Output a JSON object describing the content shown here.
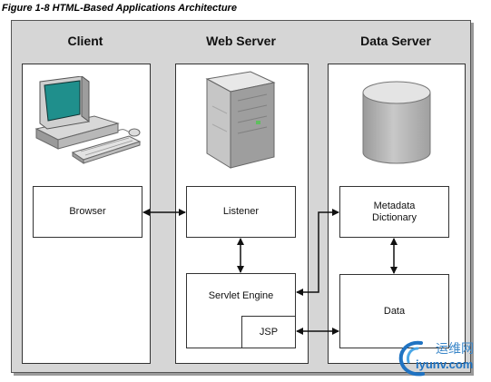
{
  "figure": {
    "caption": "Figure 1-8 HTML-Based Applications Architecture"
  },
  "columns": {
    "client": {
      "title": "Client",
      "icon": "desktop-computer-icon"
    },
    "web_server": {
      "title": "Web Server",
      "icon": "server-tower-icon"
    },
    "data_server": {
      "title": "Data Server",
      "icon": "database-cylinder-icon"
    }
  },
  "components": {
    "browser": "Browser",
    "listener": "Listener",
    "servlet_engine": "Servlet Engine",
    "jsp": "JSP",
    "metadata_dictionary_line1": "Metadata",
    "metadata_dictionary_line2": "Dictionary",
    "data": "Data"
  },
  "connections": [
    {
      "from": "Browser",
      "to": "Listener",
      "style": "bidirectional"
    },
    {
      "from": "Listener",
      "to": "Servlet Engine",
      "style": "bidirectional"
    },
    {
      "from": "Servlet Engine",
      "to": "Metadata Dictionary",
      "style": "bidirectional"
    },
    {
      "from": "Metadata Dictionary",
      "to": "Data",
      "style": "bidirectional"
    },
    {
      "from": "JSP",
      "to": "Data",
      "style": "bidirectional"
    }
  ],
  "watermark": {
    "logo_text": "运维网",
    "url": "iyunv.com"
  },
  "colors": {
    "frame_bg": "#d6d6d6",
    "monitor_screen": "#1f8f8c",
    "watermark_blue": "#1f73c2"
  }
}
